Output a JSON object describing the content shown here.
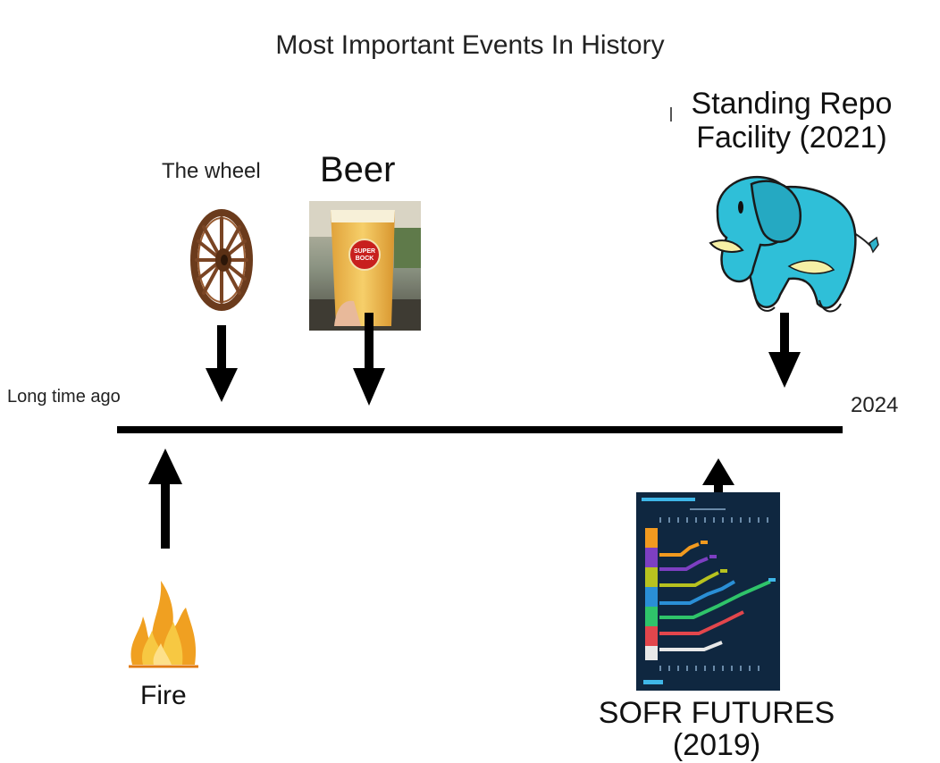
{
  "title": "Most Important Events In History",
  "timeline": {
    "start_label": "Long time ago",
    "end_label": "2024"
  },
  "events": {
    "wheel": {
      "label": "The wheel",
      "icon": "wagon-wheel-icon"
    },
    "beer": {
      "label": "Beer",
      "icon": "beer-glass-photo",
      "badge_line1": "SUPER",
      "badge_line2": "BOCK"
    },
    "srf": {
      "label_line1": "Standing Repo",
      "label_line2": "Facility (2021)",
      "icon": "blue-elephant-icon"
    },
    "fire": {
      "label": "Fire",
      "icon": "fire-icon"
    },
    "sofr": {
      "label_line1": "SOFR FUTURES",
      "label_line2": "(2019)",
      "icon": "sofr-options-chart-thumbnail"
    }
  }
}
